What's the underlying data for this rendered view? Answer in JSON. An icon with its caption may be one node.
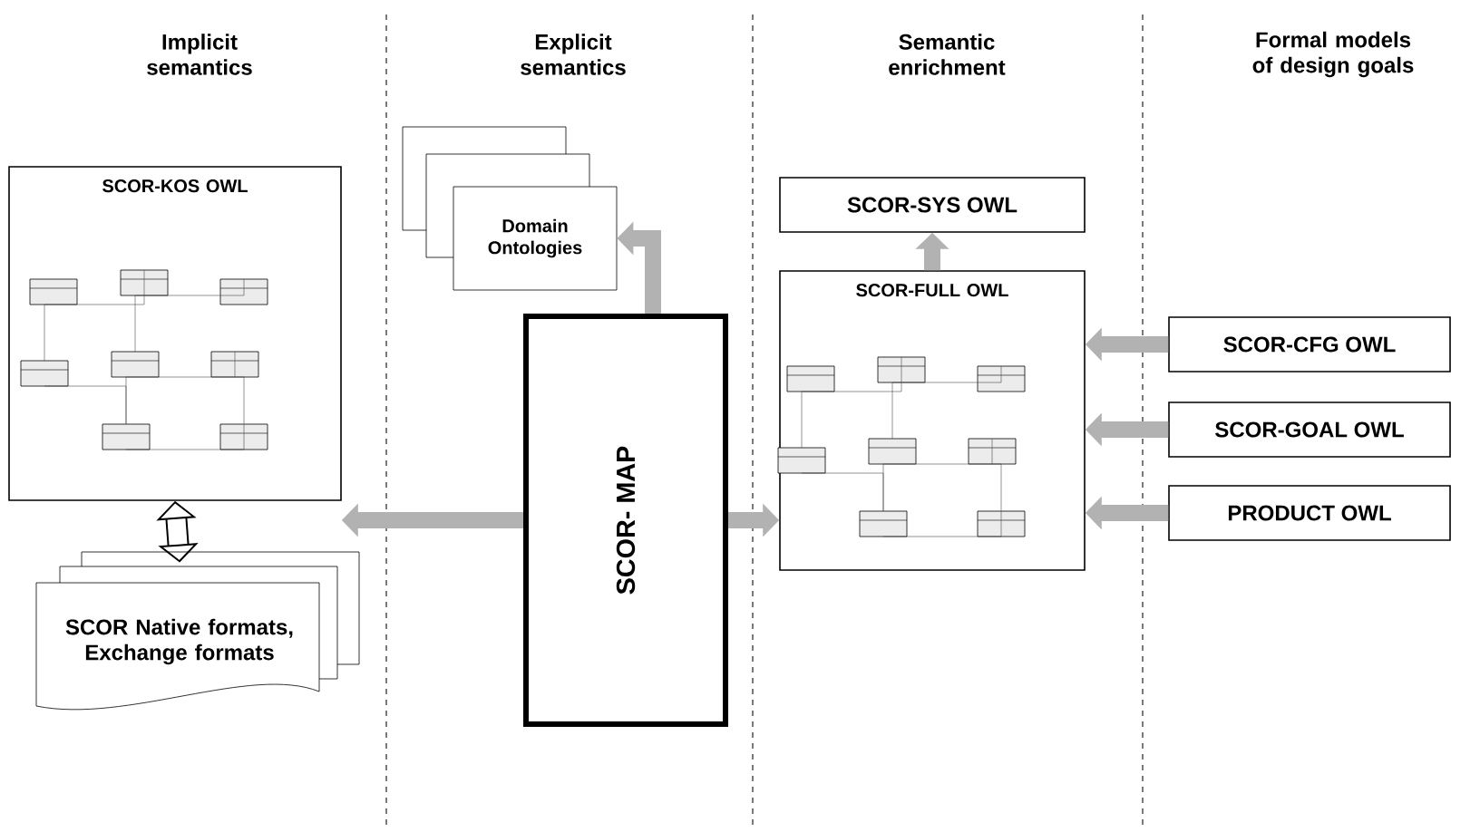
{
  "diagram": {
    "nodes": [
      {
        "text": [
          "SCOR-KOS OWL"
        ]
      },
      {
        "text": [
          "SCOR Native formats, Exchange formats"
        ]
      },
      {
        "text": [
          "Domain Ontologies"
        ]
      },
      {
        "text": [
          "SCOR- MAP"
        ]
      },
      {
        "text": [
          "SCOR-SYS OWL"
        ]
      },
      {
        "text": [
          "SCOR-FULL OWL"
        ]
      },
      {
        "text": [
          "SCOR-CFG OWL"
        ]
      },
      {
        "text": [
          "SCOR-GOAL OWL"
        ]
      },
      {
        "text": [
          "PRODUCT OWL"
        ]
      }
    ],
    "edges": [
      {
        "from": 3,
        "to": 0,
        "arrow": "to"
      },
      {
        "from": 0,
        "to": 1,
        "arrow": "both",
        "color": "#000000"
      },
      {
        "from": 3,
        "to": 2,
        "arrow": "to"
      },
      {
        "from": 3,
        "to": 5,
        "arrow": "to"
      },
      {
        "from": 5,
        "to": 4,
        "arrow": "to"
      },
      {
        "from": 6,
        "to": 5,
        "arrow": "to"
      },
      {
        "from": 7,
        "to": 5,
        "arrow": "to"
      },
      {
        "from": 8,
        "to": 5,
        "arrow": "to"
      }
    ],
    "labels": [
      "Implicit semantics",
      "Explicit semantics",
      "Semantic enrichment",
      "Formal models of design goals"
    ]
  }
}
